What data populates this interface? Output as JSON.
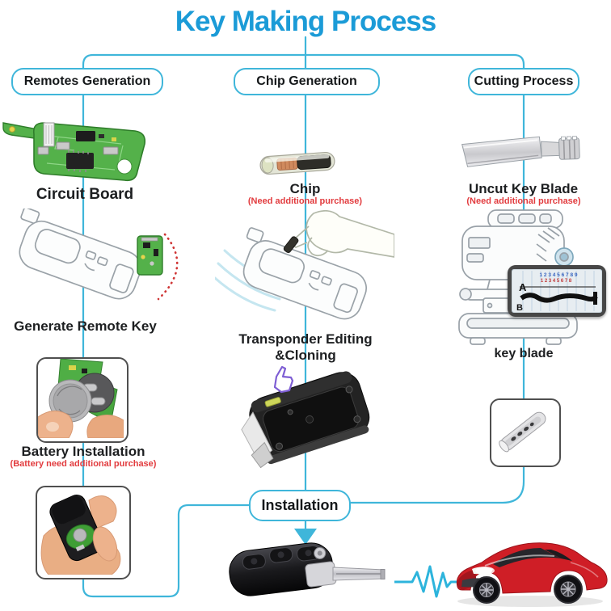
{
  "title": "Key Making Process",
  "colors": {
    "accent_blue": "#1b9bd7",
    "connector_cyan": "#3fb6da",
    "note_red": "#e23b3e",
    "text_black": "#1d1f21"
  },
  "columns": [
    {
      "header": "Remotes Generation",
      "steps": [
        {
          "label": "Circuit Board"
        },
        {
          "label": "Generate Remote Key"
        },
        {
          "label": "Battery Installation",
          "note": "(Battery need additional purchase)"
        }
      ]
    },
    {
      "header": "Chip Generation",
      "steps": [
        {
          "label": "Chip",
          "note": "(Need additional purchase)"
        },
        {
          "label": "Transponder Editing &Cloning"
        },
        {
          "label": "Installation"
        }
      ]
    },
    {
      "header": "Cutting Process",
      "steps": [
        {
          "label": "Uncut Key Blade",
          "note": "(Need additional purchase)"
        },
        {
          "label": "key blade"
        }
      ]
    }
  ],
  "gauge": {
    "label_a": "A",
    "label_b": "B",
    "ticks_top": "1 2 3 4 5 6 7 8 9",
    "ticks_bottom": "1 2 3 4 5 6 7 8"
  }
}
